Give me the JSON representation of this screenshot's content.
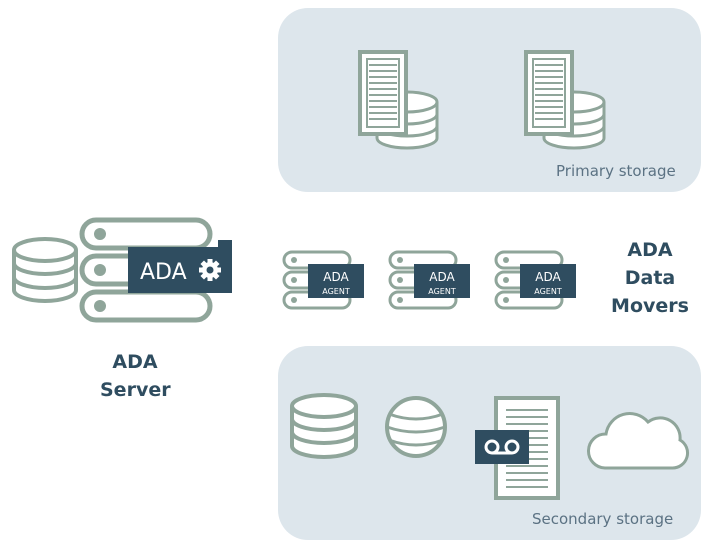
{
  "primary_storage": {
    "label": "Primary storage"
  },
  "secondary_storage": {
    "label": "Secondary storage"
  },
  "ada_server": {
    "line1": "ADA",
    "line2": "Server",
    "badge": "ADA"
  },
  "ada_data_movers": {
    "line1": "ADA",
    "line2": "Data",
    "line3": "Movers",
    "badge_title": "ADA",
    "badge_sub": "AGENT"
  },
  "colors": {
    "panel": "#dde6ec",
    "stroke": "#8fa59a",
    "badge": "#2f4d60",
    "label": "#5b7283"
  }
}
